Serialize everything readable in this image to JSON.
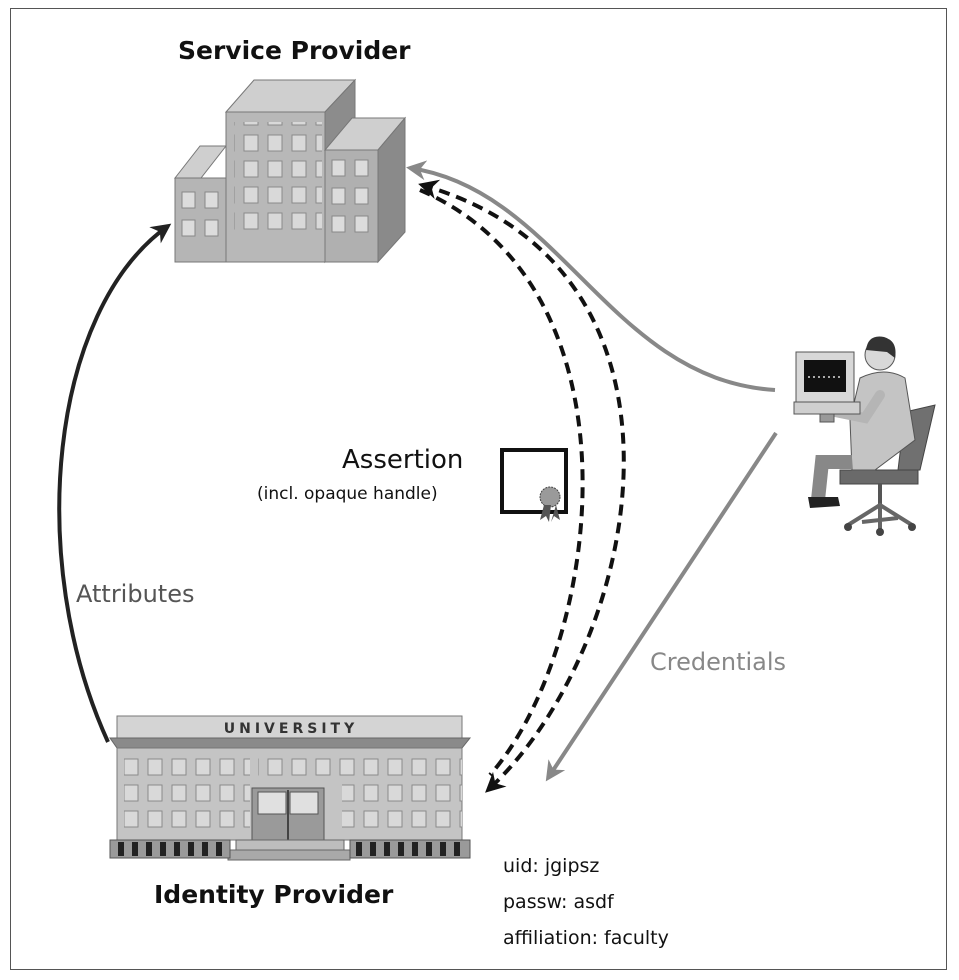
{
  "nodes": {
    "service_provider": {
      "title": "Service Provider",
      "icon": "office-building-icon"
    },
    "identity_provider": {
      "title": "Identity Provider",
      "sign": "UNIVERSITY",
      "icon": "university-building-icon"
    },
    "user": {
      "icon": "user-at-computer-icon"
    }
  },
  "edges": {
    "attributes": {
      "label": "Attributes"
    },
    "credentials": {
      "label": "Credentials"
    }
  },
  "assertion": {
    "title": "Assertion",
    "subtitle": "(incl. opaque handle)",
    "icon": "certificate-icon"
  },
  "credentials_data": {
    "uid": "uid: jgipsz",
    "password": "passw: asdf",
    "affiliation": "affiliation: faculty"
  },
  "colors": {
    "attributes_arrow": "#222222",
    "credentials_arrow": "#888888",
    "assertion_arrows": "#111111",
    "building_face": "#b8b8b8",
    "building_side": "#8c8c8c",
    "building_top": "#cfcfcf"
  }
}
